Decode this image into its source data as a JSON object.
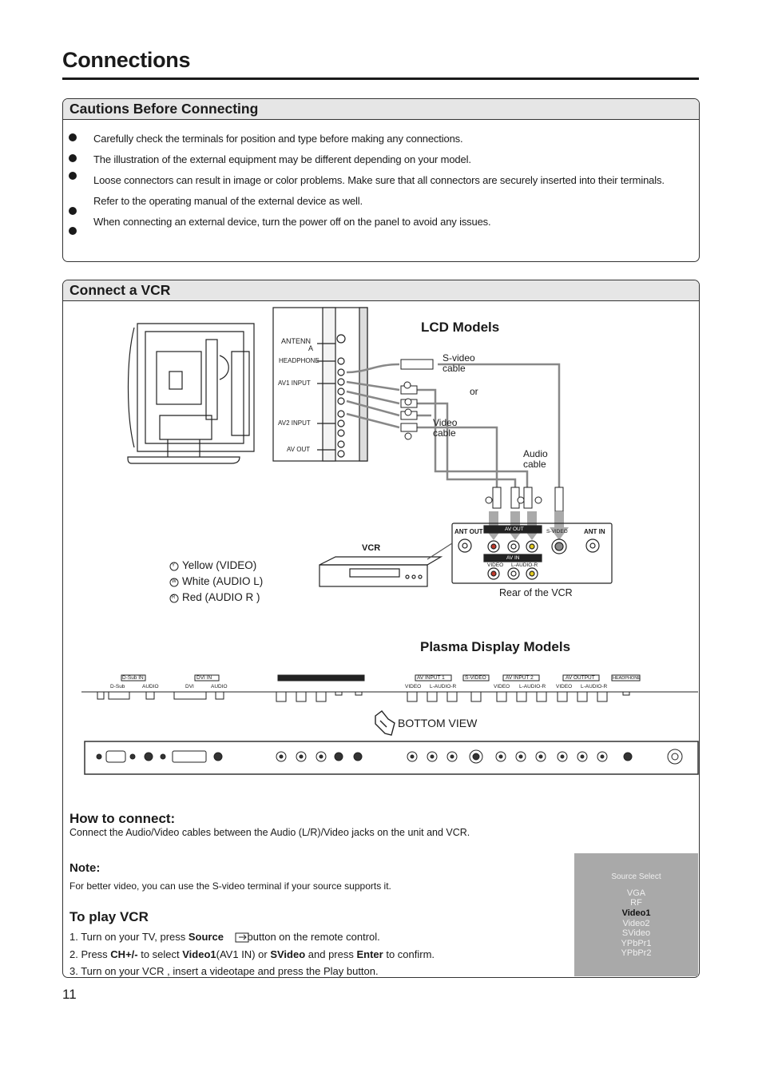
{
  "page": {
    "title": "Connections",
    "number": "11"
  },
  "cautions": {
    "title": "Cautions Before Connecting",
    "items": [
      "Carefully check the terminals for position and type before making any connections.",
      "The illustration of the external equipment may be different depending on your model.",
      "Loose connectors can result in image or color problems. Make sure that all connectors are securely inserted into their terminals.",
      "Refer to the operating manual of the external device as well.",
      "When connecting an external device, turn the power off on the panel to avoid any issues."
    ]
  },
  "vcr_section": {
    "title": "Connect a VCR",
    "lcd_heading": "LCD Models",
    "plasma_heading": "Plasma Display Models",
    "tv_jacks": {
      "antenna_1": "ANTENN",
      "antenna_2": "A",
      "headphone": "HEADPHONE",
      "av1_input": "AV1 INPUT",
      "av2_input": "AV2 INPUT",
      "av_out": "AV OUT"
    },
    "cables": {
      "svideo_1": "S-video",
      "svideo_2": "cable",
      "or": "or",
      "video_1": "Video",
      "video_2": "cable",
      "audio_1": "Audio",
      "audio_2": "cable"
    },
    "vcr_rear": {
      "ant_out": "ANT OUT",
      "ant_in": "ANT IN",
      "av_out": "AV OUT",
      "av_in": "AV IN",
      "svideo": "S-VIDEO",
      "video": "VIDEO",
      "audio": "L-AUDIO-R",
      "caption": "Rear of the VCR"
    },
    "vcr_label": "VCR",
    "legend": [
      {
        "letter": "Y",
        "text": "Yellow (VIDEO)"
      },
      {
        "letter": "W",
        "text": "White (AUDIO L)"
      },
      {
        "letter": "R",
        "text": "Red (AUDIO R )"
      }
    ],
    "plasma_panel": {
      "dsub_in": "D-Sub IN",
      "dvi_in": "DVI IN",
      "dsub": "D-Sub",
      "audio": "AUDIO",
      "dvi": "DVI",
      "av_input_1": "AV INPUT 1",
      "svideo": "S-VIDEO",
      "av_input_2": "AV INPUT 2",
      "av_output": "AV OUTPUT",
      "headphone": "HEADPHONE",
      "video": "VIDEO",
      "lr_audio": "L-AUDIO-R",
      "bottom_view": "BOTTOM VIEW"
    },
    "how_to_connect": {
      "heading": "How to connect:",
      "text": "Connect the Audio/Video cables between the Audio (L/R)/Video jacks on the unit and VCR."
    },
    "note": {
      "heading": "Note:",
      "text": "For better video, you can use the S-video terminal if your source supports it."
    },
    "play": {
      "heading": "To play VCR",
      "step1_pre": "1. Turn on your TV, press ",
      "step1_bold": "Source",
      "step1_post": " button on the remote control.",
      "step2_a": "2. Press ",
      "step2_b": "CH+/-",
      "step2_c": " to select ",
      "step2_d": "Video1",
      "step2_e": "(AV1 IN) or ",
      "step2_f": "SVideo",
      "step2_g": " and press ",
      "step2_h": "Enter",
      "step2_i": " to confirm.",
      "step3": "3. Turn on your VCR , insert a videotape and press the Play button."
    },
    "source_menu": {
      "title": "Source Select",
      "options": [
        "VGA",
        "RF",
        "Video1",
        "Video2",
        "SVideo",
        "YPbPr1",
        "YPbPr2"
      ],
      "selected": "Video1"
    }
  }
}
